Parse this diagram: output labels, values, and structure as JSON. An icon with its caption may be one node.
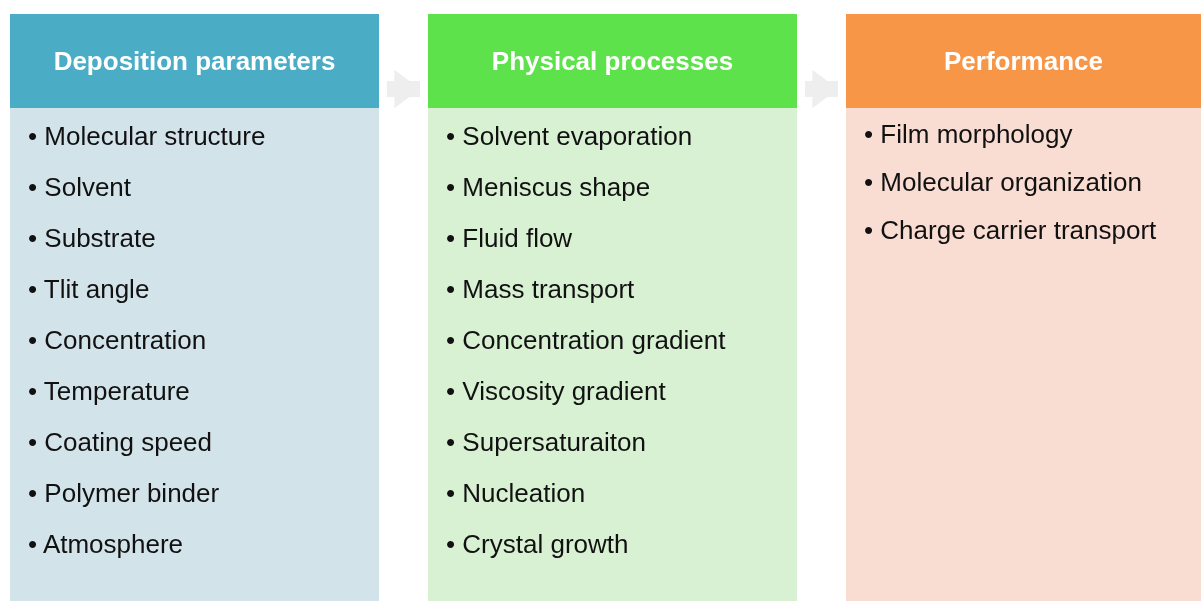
{
  "diagram": {
    "nodes": [
      {
        "text": [
          "Deposition parameters"
        ]
      },
      {
        "text": [
          "• Molecular structure",
          "• Solvent",
          "• Substrate",
          "• Tlit angle",
          "• Concentration",
          "• Temperature",
          "• Coating speed",
          "• Polymer binder",
          "• Atmosphere"
        ]
      },
      {
        "text": [
          "Physical processes"
        ]
      },
      {
        "text": [
          "• Solvent evaporation",
          "• Meniscus shape",
          "• Fluid flow",
          "• Mass transport",
          "• Concentration gradient",
          "• Viscosity gradient",
          "• Supersaturaiton",
          "• Nucleation",
          "• Crystal growth"
        ]
      },
      {
        "text": [
          "Performance"
        ]
      },
      {
        "text": [
          "• Film morphology",
          "• Molecular organization",
          "• Charge carrier transport"
        ]
      }
    ],
    "edges": [
      {
        "from": 0,
        "to": 2,
        "arrow": "to"
      },
      {
        "from": 2,
        "to": 4,
        "arrow": "to"
      }
    ]
  }
}
